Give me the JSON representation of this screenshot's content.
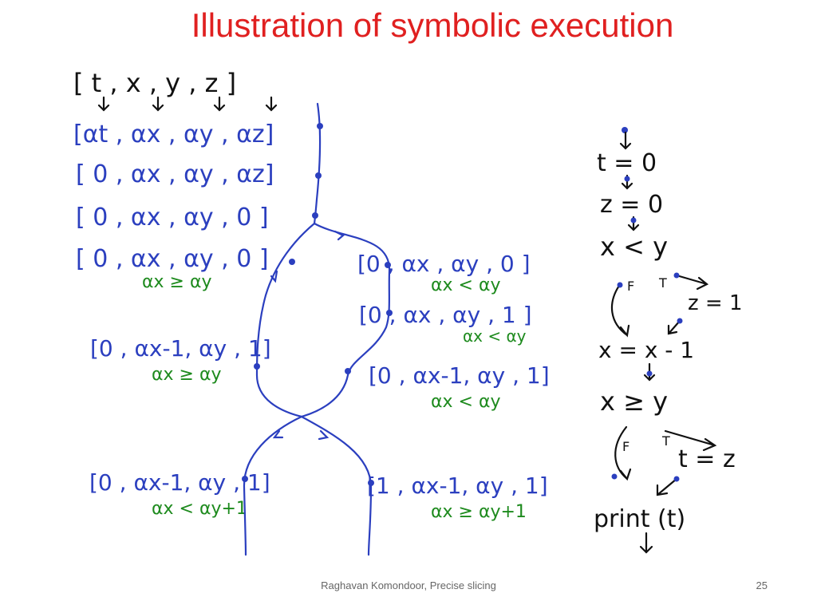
{
  "slide": {
    "title": "Illustration of symbolic execution",
    "title_color": "#e02020",
    "footer_author": "Raghavan Komondoor, Precise slicing",
    "page_number": "25"
  },
  "colors": {
    "state": "#2b3fbf",
    "constraint": "#1d8a1d",
    "program": "#111111"
  },
  "variables": {
    "header": "[ t ,  x ,   y ,  z ]",
    "symbolic": "[αt , αx , αy , αz]"
  },
  "states": {
    "s1": "[ 0 , αx , αy , αz]",
    "s2": "[ 0 , αx , αy ,  0 ]",
    "s3": "[ 0 , αx , αy ,  0 ]",
    "s4": "[0 , αx , αy ,  0 ]",
    "s5": "[0 , αx , αy ,  1 ]",
    "s6": "[0 , αx-1, αy , 1]",
    "s7": "[0 , αx-1, αy , 1]",
    "s8": "[0 , αx-1, αy , 1]",
    "s9": "[1 , αx-1, αy , 1]"
  },
  "constraints": {
    "c3": "αx ≥ αy",
    "c4": "αx < αy",
    "c5": "αx < αy",
    "c6": "αx ≥ αy",
    "c7": "αx < αy",
    "c8": "αx < αy+1",
    "c9": "αx ≥ αy+1"
  },
  "program": {
    "s_t0": "t = 0",
    "s_z0": "z = 0",
    "cond1": "x < y",
    "cond1_false": "F",
    "cond1_true": "T",
    "s_z1": "z = 1",
    "s_xdec": "x = x - 1",
    "cond2": "x ≥ y",
    "cond2_false": "F",
    "cond2_true": "T",
    "s_tz": "t = z",
    "s_print": "print (t)"
  }
}
